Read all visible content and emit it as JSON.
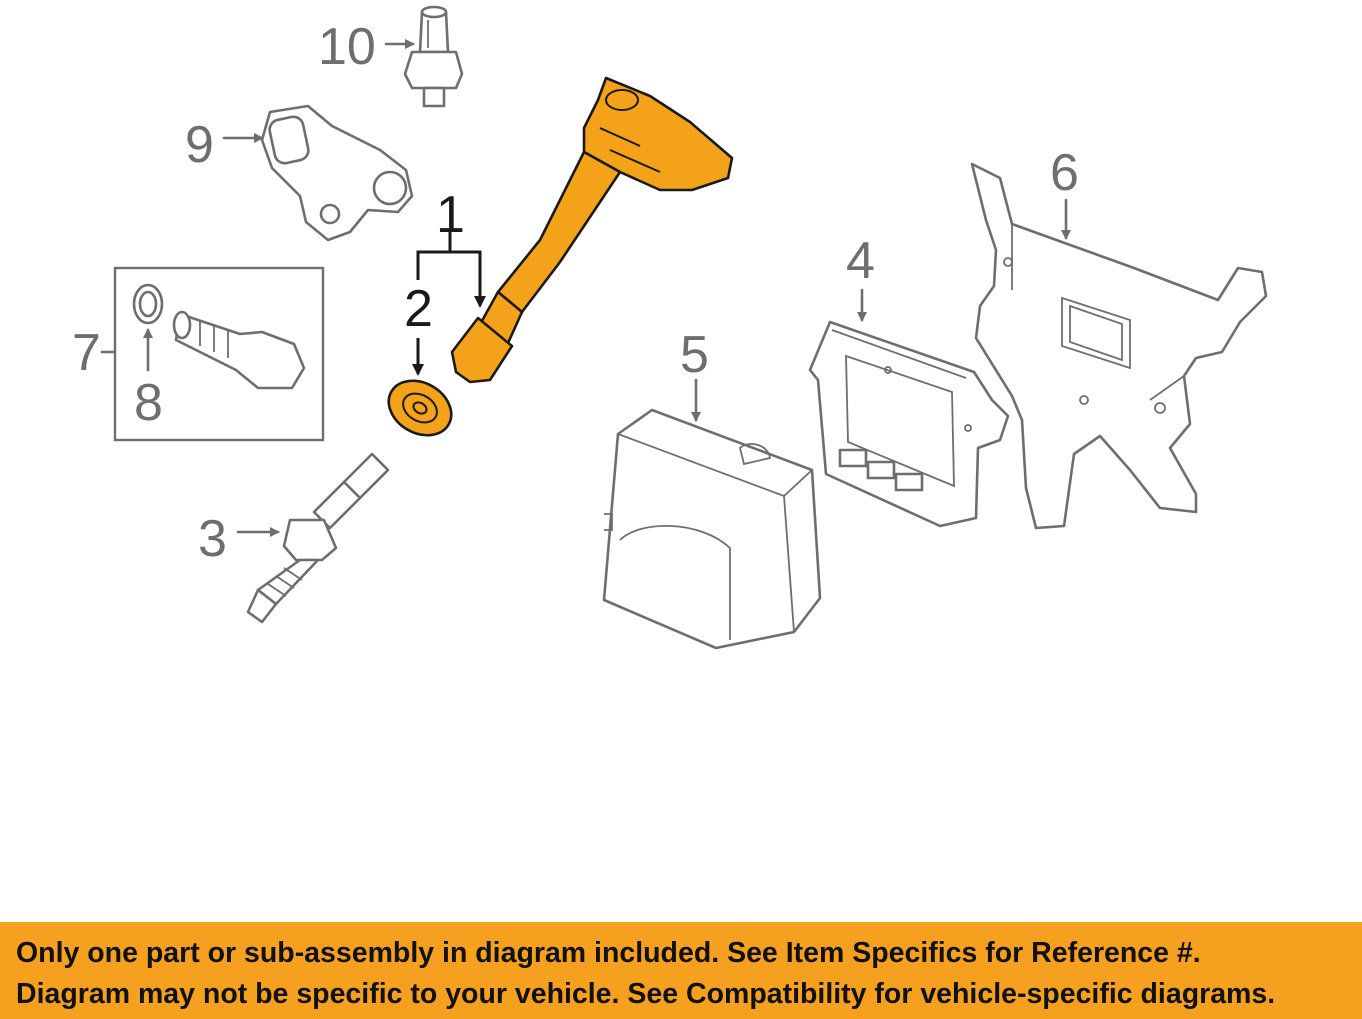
{
  "diagram": {
    "callouts": {
      "c1": "1",
      "c2": "2",
      "c3": "3",
      "c4": "4",
      "c5": "5",
      "c6": "6",
      "c7": "7",
      "c8": "8",
      "c9": "9",
      "c10": "10"
    },
    "highlight_color": "#f5a21b",
    "line_color": "#6e6e6e"
  },
  "banner": {
    "line1": "Only one part or sub-assembly in diagram included. See Item Specifics for Reference #.",
    "line2": "Diagram may not be specific to your vehicle. See Compatibility for vehicle-specific diagrams.",
    "color": "#f5a01e"
  }
}
